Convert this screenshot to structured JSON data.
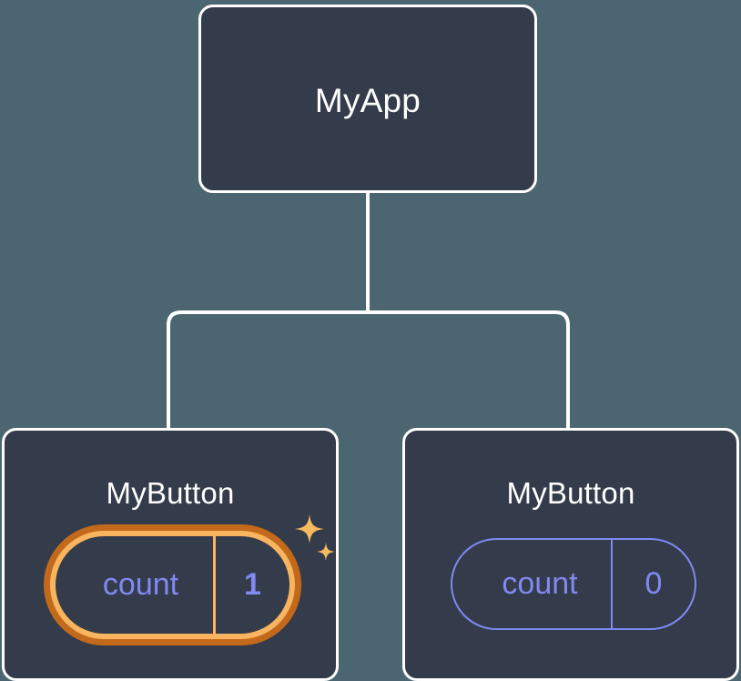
{
  "diagram": {
    "type": "component-tree",
    "background_color": "#4c6671",
    "node_fill_color": "#343b4a",
    "node_border_color": "#ffffff",
    "connector_color": "#ffffff",
    "state_text_color": "#8189f2",
    "highlight_outer_color": "#c2691b",
    "highlight_inner_color": "#f8b45e",
    "sparkle_color": "#f9b95f",
    "root": {
      "title": "MyApp"
    },
    "children": [
      {
        "title": "MyButton",
        "state": {
          "key": "count",
          "value": "1"
        },
        "highlighted": true,
        "sparkle": true
      },
      {
        "title": "MyButton",
        "state": {
          "key": "count",
          "value": "0"
        },
        "highlighted": false,
        "sparkle": false
      }
    ]
  }
}
